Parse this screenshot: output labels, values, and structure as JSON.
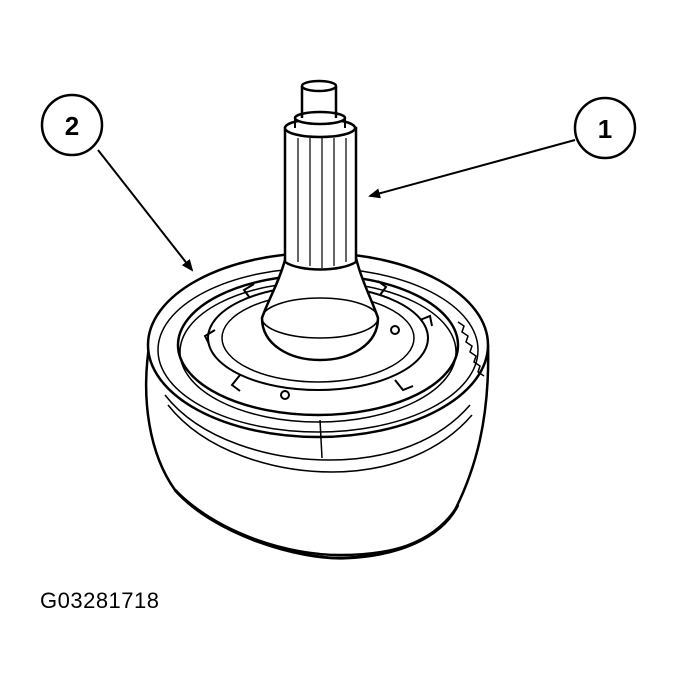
{
  "figure": {
    "id_label": "G03281718"
  },
  "callouts": [
    {
      "number": "1",
      "part": "shaft"
    },
    {
      "number": "2",
      "part": "housing"
    }
  ],
  "colors": {
    "line": "#000000",
    "fill": "#ffffff"
  }
}
